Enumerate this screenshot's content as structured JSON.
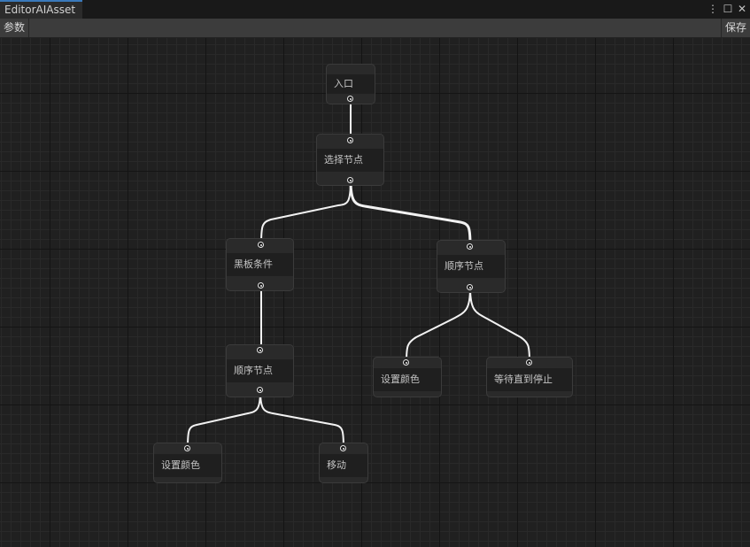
{
  "window": {
    "tab_title": "EditorAIAsset",
    "menu_icon": "⋮",
    "maximize_icon": "☐",
    "close_icon": "✕"
  },
  "toolbar": {
    "params_label": "参数",
    "save_label": "保存"
  },
  "graph": {
    "nodes": {
      "entry": "入口",
      "selector": "选择节点",
      "blackboard": "黑板条件",
      "sequence_right": "顺序节点",
      "sequence_left": "顺序节点",
      "set_color_right": "设置颜色",
      "wait_until_stop": "等待直到停止",
      "set_color_left": "设置颜色",
      "move": "移动"
    }
  },
  "colors": {
    "grid_major": "#141414",
    "grid_minor": "#292929",
    "edge": "#f2f2f2",
    "tab_accent": "#3a79bb"
  }
}
